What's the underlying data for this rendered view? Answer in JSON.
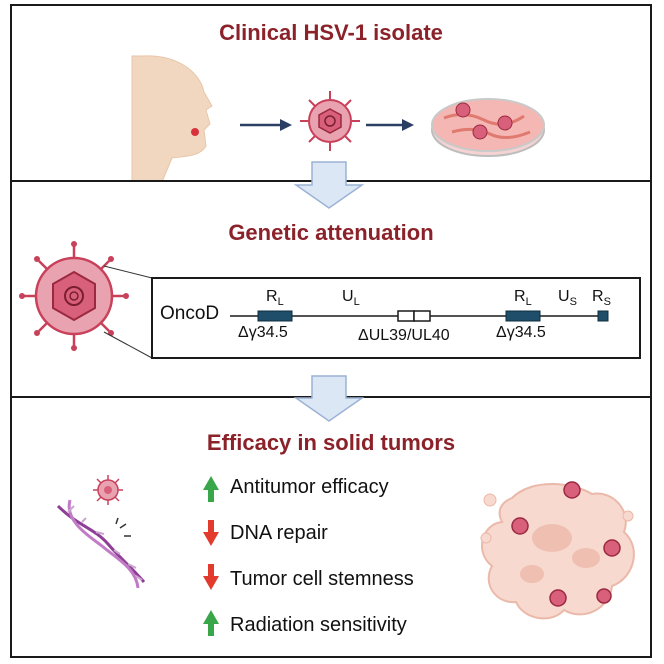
{
  "panels": [
    {
      "title": "Clinical HSV-1 isolate"
    },
    {
      "title": "Genetic attenuation"
    },
    {
      "title": "Efficacy in solid tumors"
    }
  ],
  "genome": {
    "name": "OncoD",
    "rl_left_main": "R",
    "rl_left_sub": "L",
    "ul_main": "U",
    "ul_sub": "L",
    "rl_right_main": "R",
    "rl_right_sub": "L",
    "us_main": "U",
    "us_sub": "S",
    "rs_main": "R",
    "rs_sub": "S",
    "deletion_left": "Δγ34.5",
    "deletion_mid": "ΔUL39/UL40",
    "deletion_right": "Δγ34.5"
  },
  "effects": [
    {
      "label": "Antitumor efficacy",
      "direction": "up"
    },
    {
      "label": "DNA repair",
      "direction": "down"
    },
    {
      "label": "Tumor cell stemness",
      "direction": "down"
    },
    {
      "label": "Radiation sensitivity",
      "direction": "up"
    }
  ],
  "colors": {
    "title": "#8b2129",
    "up_arrow": "#3aa64a",
    "down_arrow": "#e23b2e",
    "gene_box": "#1f4e6b",
    "flow_arrow": "#dbe7f5",
    "virus": "#c8405a"
  }
}
